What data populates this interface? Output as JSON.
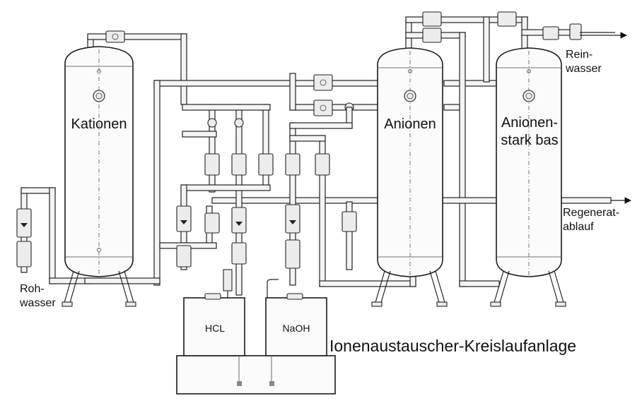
{
  "labels": {
    "kationen": "Kationen",
    "anionen": "Anionen",
    "anionen_stark_line1": "Anionen-",
    "anionen_stark_line2": "stark bas",
    "rein_line1": "Rein-",
    "rein_line2": "wasser",
    "regenerat_line1": "Regenerat-",
    "regenerat_line2": "ablauf",
    "roh_line1": "Roh-",
    "roh_line2": "wasser",
    "hcl": "HCL",
    "naoh": "NaOH",
    "title": "Ionenaustauscher-Kreislaufanlage"
  },
  "colors": {
    "stroke": "#222222",
    "background": "#ffffff",
    "vessel_fill": "#fbfbfb",
    "pipe_fill": "#f4f4f4"
  }
}
